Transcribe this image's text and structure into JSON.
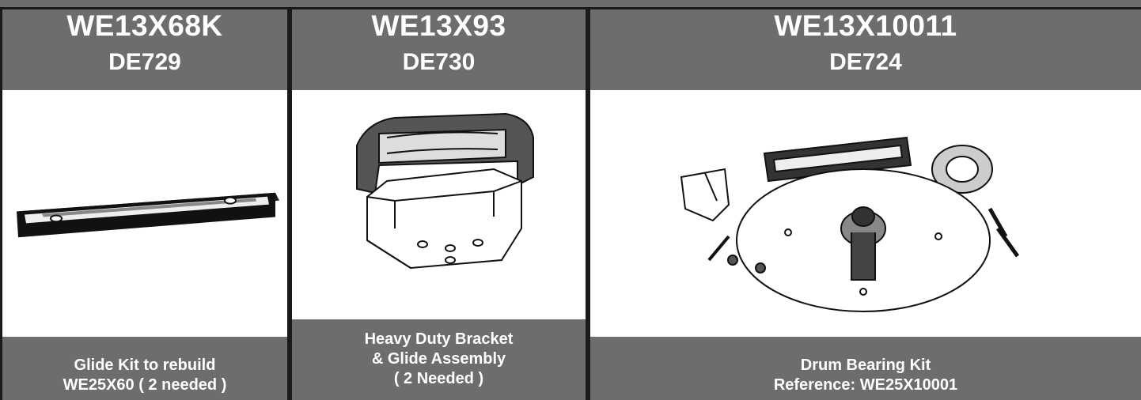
{
  "products": [
    {
      "part_number": "WE13X68K",
      "model": "DE729",
      "image_icon": "glide-bar-illustration",
      "description": [
        "Glide Kit to rebuild",
        "WE25X60 ( 2 needed )"
      ]
    },
    {
      "part_number": "WE13X93",
      "model": "DE730",
      "image_icon": "bracket-glide-assembly-illustration",
      "description": [
        "Heavy Duty Bracket",
        "& Glide Assembly",
        "( 2 Needed )"
      ]
    },
    {
      "part_number": "WE13X10011",
      "model": "DE724",
      "image_icon": "drum-bearing-kit-illustration",
      "description": [
        "Drum Bearing Kit",
        "Reference: WE25X10001"
      ]
    }
  ],
  "colors": {
    "panel_gray": "#6d6d6d",
    "border_dark": "#1a1a1a",
    "text_white": "#ffffff",
    "image_bg": "#ffffff"
  }
}
